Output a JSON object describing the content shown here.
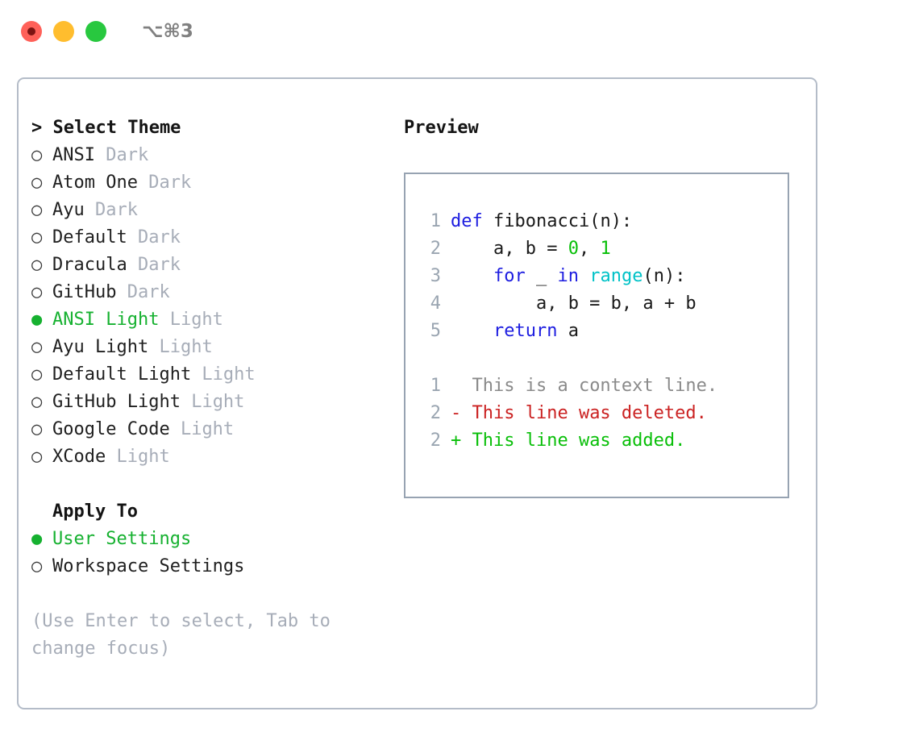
{
  "titlebar": {
    "shortcut": "⌥⌘3",
    "buttons": [
      {
        "name": "close",
        "color": "#ff6159"
      },
      {
        "name": "minimize",
        "color": "#ffbd2e"
      },
      {
        "name": "zoom",
        "color": "#28c83f"
      }
    ]
  },
  "colors": {
    "accent_green": "#16b130",
    "muted": "#a7adb8",
    "panel_border": "#b4bcc8",
    "preview_border": "#97a3b2",
    "keyword_blue": "#1d1de0",
    "function_cyan": "#00c2c7",
    "number_green": "#08bf08",
    "diff_delete_red": "#cb2222",
    "diff_add_green": "#09bf09",
    "linenumber_gray": "#9aa5b1"
  },
  "theme_panel": {
    "title": "> Select Theme",
    "markers": {
      "selected": "●",
      "unselected": "○"
    },
    "options": [
      {
        "label": "ANSI",
        "suffix": "Dark",
        "selected": false
      },
      {
        "label": "Atom One",
        "suffix": "Dark",
        "selected": false
      },
      {
        "label": "Ayu",
        "suffix": "Dark",
        "selected": false
      },
      {
        "label": "Default",
        "suffix": "Dark",
        "selected": false
      },
      {
        "label": "Dracula",
        "suffix": "Dark",
        "selected": false
      },
      {
        "label": "GitHub",
        "suffix": "Dark",
        "selected": false
      },
      {
        "label": "ANSI Light",
        "suffix": "Light",
        "selected": true
      },
      {
        "label": "Ayu Light",
        "suffix": "Light",
        "selected": false
      },
      {
        "label": "Default Light",
        "suffix": "Light",
        "selected": false
      },
      {
        "label": "GitHub Light",
        "suffix": "Light",
        "selected": false
      },
      {
        "label": "Google Code",
        "suffix": "Light",
        "selected": false
      },
      {
        "label": "XCode",
        "suffix": "Light",
        "selected": false
      }
    ]
  },
  "apply_to": {
    "title": "Apply To",
    "options": [
      {
        "label": "User Settings",
        "selected": true
      },
      {
        "label": "Workspace Settings",
        "selected": false
      }
    ]
  },
  "hint": "(Use Enter to select, Tab to change focus)",
  "preview": {
    "title": "Preview",
    "code": [
      {
        "ln": "1",
        "tokens": [
          {
            "t": "def",
            "c": "kw"
          },
          {
            "t": " fibonacci(n):",
            "c": "plain"
          }
        ]
      },
      {
        "ln": "2",
        "tokens": [
          {
            "t": "    a, b = ",
            "c": "plain"
          },
          {
            "t": "0",
            "c": "num"
          },
          {
            "t": ", ",
            "c": "plain"
          },
          {
            "t": "1",
            "c": "num"
          }
        ]
      },
      {
        "ln": "3",
        "tokens": [
          {
            "t": "    ",
            "c": "plain"
          },
          {
            "t": "for",
            "c": "kw"
          },
          {
            "t": " _ ",
            "c": "plain"
          },
          {
            "t": "in",
            "c": "kw"
          },
          {
            "t": " ",
            "c": "plain"
          },
          {
            "t": "range",
            "c": "fn"
          },
          {
            "t": "(n):",
            "c": "plain"
          }
        ]
      },
      {
        "ln": "4",
        "tokens": [
          {
            "t": "        a, b = b, a + b",
            "c": "plain"
          }
        ]
      },
      {
        "ln": "5",
        "tokens": [
          {
            "t": "    ",
            "c": "plain"
          },
          {
            "t": "return",
            "c": "kw"
          },
          {
            "t": " a",
            "c": "plain"
          }
        ]
      }
    ],
    "diff": [
      {
        "ln": "1",
        "marker": " ",
        "text": " This is a context line.",
        "kind": "ctx"
      },
      {
        "ln": "2",
        "marker": "-",
        "text": " This line was deleted.",
        "kind": "del"
      },
      {
        "ln": "2",
        "marker": "+",
        "text": " This line was added.",
        "kind": "add"
      }
    ]
  }
}
